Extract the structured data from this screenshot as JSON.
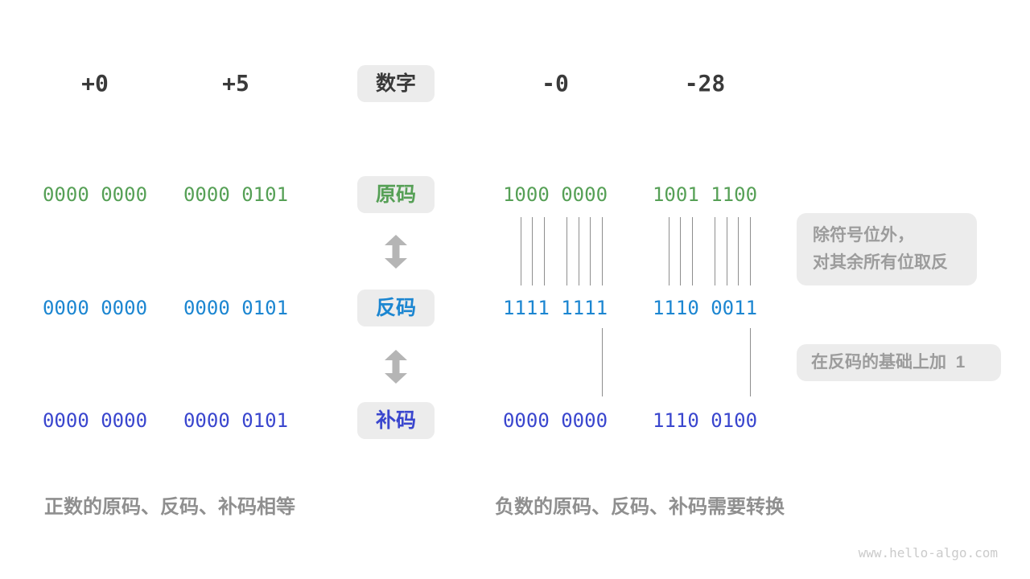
{
  "title_row": {
    "label": "数字",
    "numbers": [
      "+0",
      "+5",
      "-0",
      "-28"
    ]
  },
  "rows": [
    {
      "label": "原码",
      "color": "#56A056",
      "values": [
        "0000 0000",
        "0000 0101",
        "1000 0000",
        "1001 1100"
      ]
    },
    {
      "label": "反码",
      "color": "#1C86D1",
      "values": [
        "0000 0000",
        "0000 0101",
        "1111 1111",
        "1110 0011"
      ]
    },
    {
      "label": "补码",
      "color": "#3A46CE",
      "values": [
        "0000 0000",
        "0000 0101",
        "0000 0000",
        "1110 0100"
      ]
    }
  ],
  "annotations": {
    "invert_line1": "除符号位外，",
    "invert_line2": "对其余所有位取反",
    "add_one": "在反码的基础上加  1"
  },
  "captions": {
    "positive": "正数的原码、反码、补码相等",
    "negative": "负数的原码、反码、补码需要转换"
  },
  "watermark": "www.hello-algo.com",
  "colors": {
    "sign_magnitude_green": "#56A056",
    "ones_complement_blue": "#1C86D1",
    "twos_complement_indigo": "#3A46CE",
    "dark_text": "#3A3A3A",
    "caption_gray": "#8F8F8F",
    "note_text_gray": "#9C9C9C",
    "box_background": "#ECECEC",
    "connector_line": "#8E8E8E",
    "arrow_gray": "#B5B5B5"
  }
}
